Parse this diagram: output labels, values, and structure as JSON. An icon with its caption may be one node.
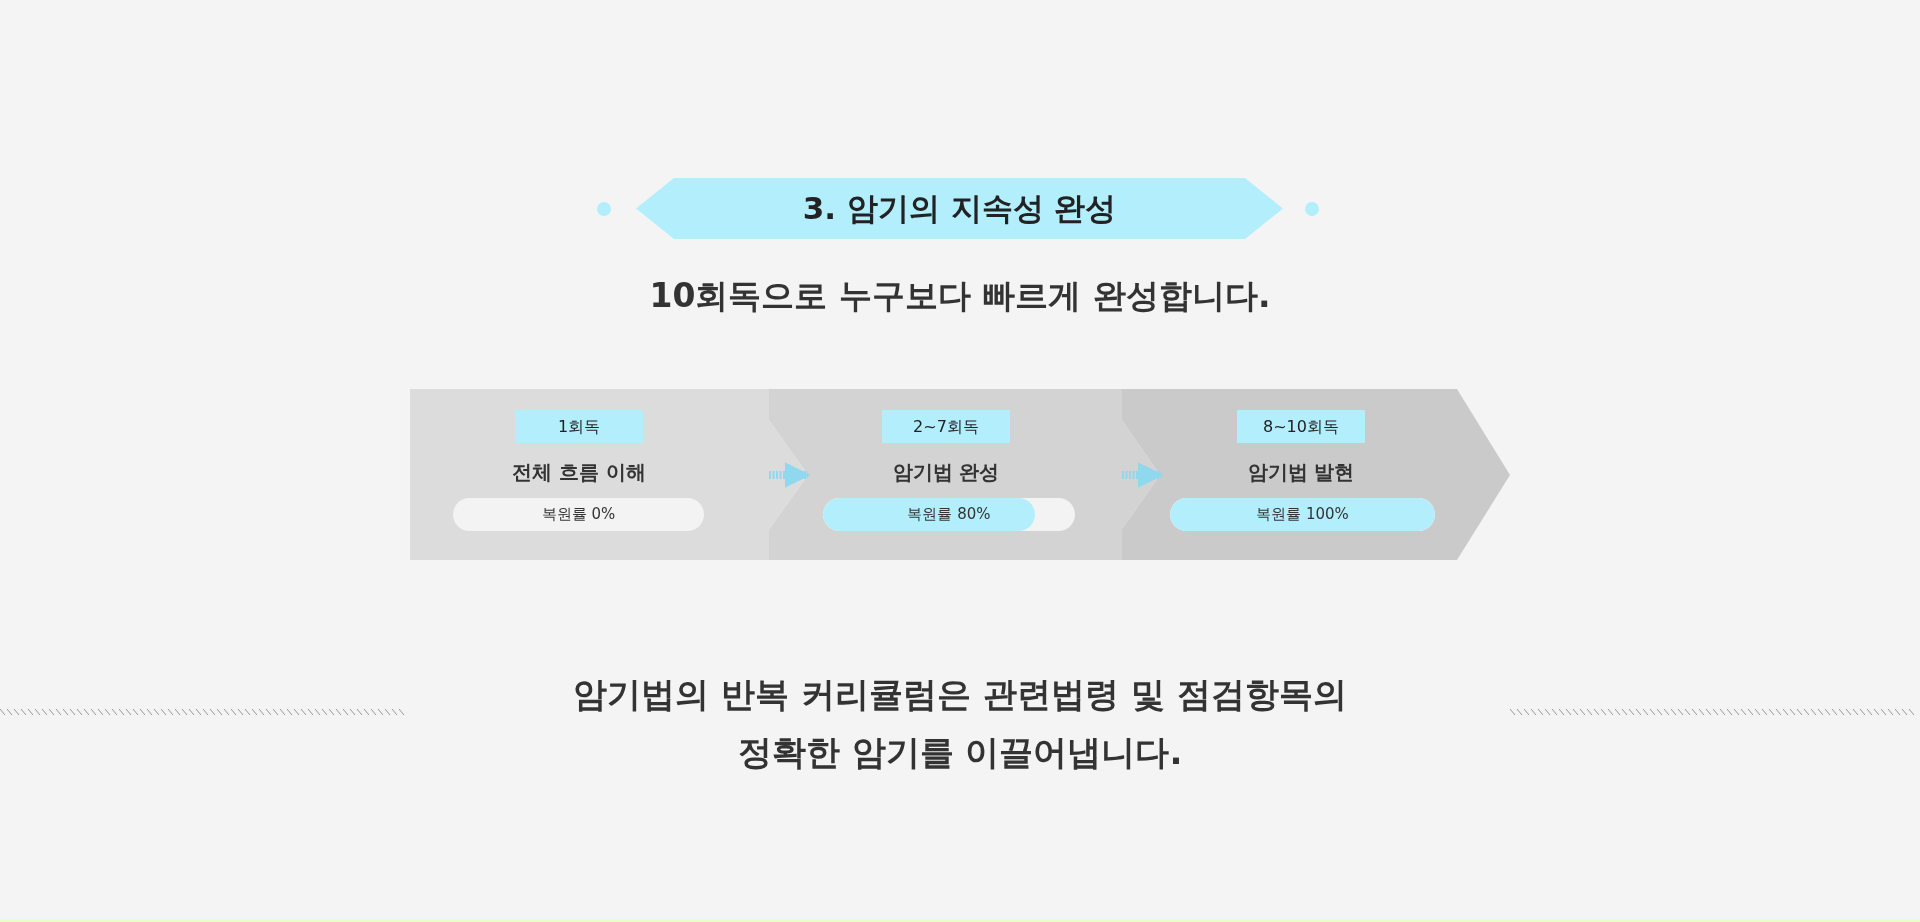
{
  "diagram": {
    "nodes": [
      {
        "text": [
          "3. 암기의 지속성 완성"
        ]
      },
      {
        "text": [
          "전체 흐름 이해"
        ]
      },
      {
        "text": [
          "1회독"
        ],
        "in": 1
      },
      {
        "text": [
          "복원률 0%"
        ],
        "in": 1
      },
      {
        "text": [
          "암기법 완성"
        ]
      },
      {
        "text": [
          "2~7회독"
        ],
        "in": 4
      },
      {
        "text": [
          "복원률 80%"
        ],
        "in": 4
      },
      {
        "text": [
          "암기법 발현"
        ]
      },
      {
        "text": [
          "8~10회독"
        ],
        "in": 7
      },
      {
        "text": [
          "복원률 100%"
        ],
        "in": 7
      }
    ],
    "edges": [
      {
        "from": 1,
        "to": 4,
        "arrow": "to"
      },
      {
        "from": 4,
        "to": 7,
        "arrow": "to"
      }
    ],
    "labels": [
      "10회독으로 누구보다 빠르게 완성합니다.",
      "암기법의 반복 커리큘럼은 관련법령 및 점검항목의 정확한 암기를 이끌어냅니다."
    ]
  }
}
